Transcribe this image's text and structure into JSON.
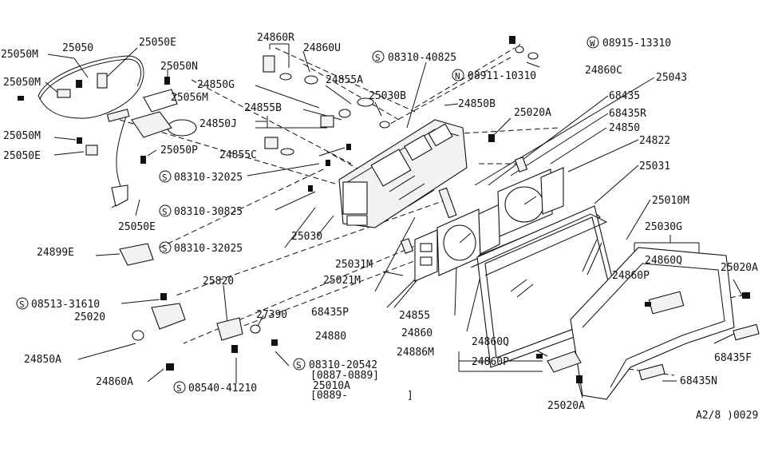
{
  "labels": {
    "p25050": "25050",
    "p25050E_top": "25050E",
    "p25050M_1": "25050M",
    "p25050M_2": "25050M",
    "p25050N": "25050N",
    "p25056M": "25056M",
    "p25050M_3": "25050M",
    "p25050E_1": "25050E",
    "p25050P": "25050P",
    "p25050E_2": "25050E",
    "p24860R": "24860R",
    "p24860U": "24860U",
    "p24850G": "24850G",
    "p24855A": "24855A",
    "p25030B": "25030B",
    "p24855B": "24855B",
    "p24850J": "24850J",
    "p24855C": "24855C",
    "s08310_32025_a": "08310-32025",
    "s08310_30825": "08310-30825",
    "s08310_32025_b": "08310-32025",
    "p25030": "25030",
    "p24899E": "24899E",
    "p25031M": "25031M",
    "p25021M": "25021M",
    "s08310_40825": "08310-40825",
    "n08911_10310": "08911-10310",
    "w08915_13310": "08915-13310",
    "p24860C": "24860C",
    "p25043": "25043",
    "p24850B": "24850B",
    "p25020A_top": "25020A",
    "p68435": "68435",
    "p68435R": "68435R",
    "p24850": "24850",
    "p24822": "24822",
    "p25031": "25031",
    "p25010M": "25010M",
    "p25030G": "25030G",
    "p24860Q_top": "24860Q",
    "p25020A_right": "25020A",
    "p24860P_top": "24860P",
    "p68435F": "68435F",
    "p68435P": "68435P",
    "p24855": "24855",
    "p24880": "24880",
    "p24860": "24860",
    "p24886M": "24886M",
    "p24860Q_bot": "24860Q",
    "p24860P_bot": "24860P",
    "p25020A_bot": "25020A",
    "p68435N": "68435N",
    "p25820": "25820",
    "p27390": "27390",
    "s08513_31610": "08513-31610",
    "p25020": "25020",
    "p24850A": "24850A",
    "p24860A": "24860A",
    "s08540_41210": "08540-41210",
    "s08310_20542": "08310-20542",
    "date_0887_0889": "[0887-0889]",
    "p25010A": "25010A",
    "date_0889": "[0889-",
    "date_0889_end": "]",
    "diagram_code": "A2/8 )0029"
  },
  "prefix_symbols": {
    "S": "S",
    "N": "N",
    "W": "W"
  },
  "colors": {
    "ink": "#111111",
    "background": "#ffffff"
  }
}
